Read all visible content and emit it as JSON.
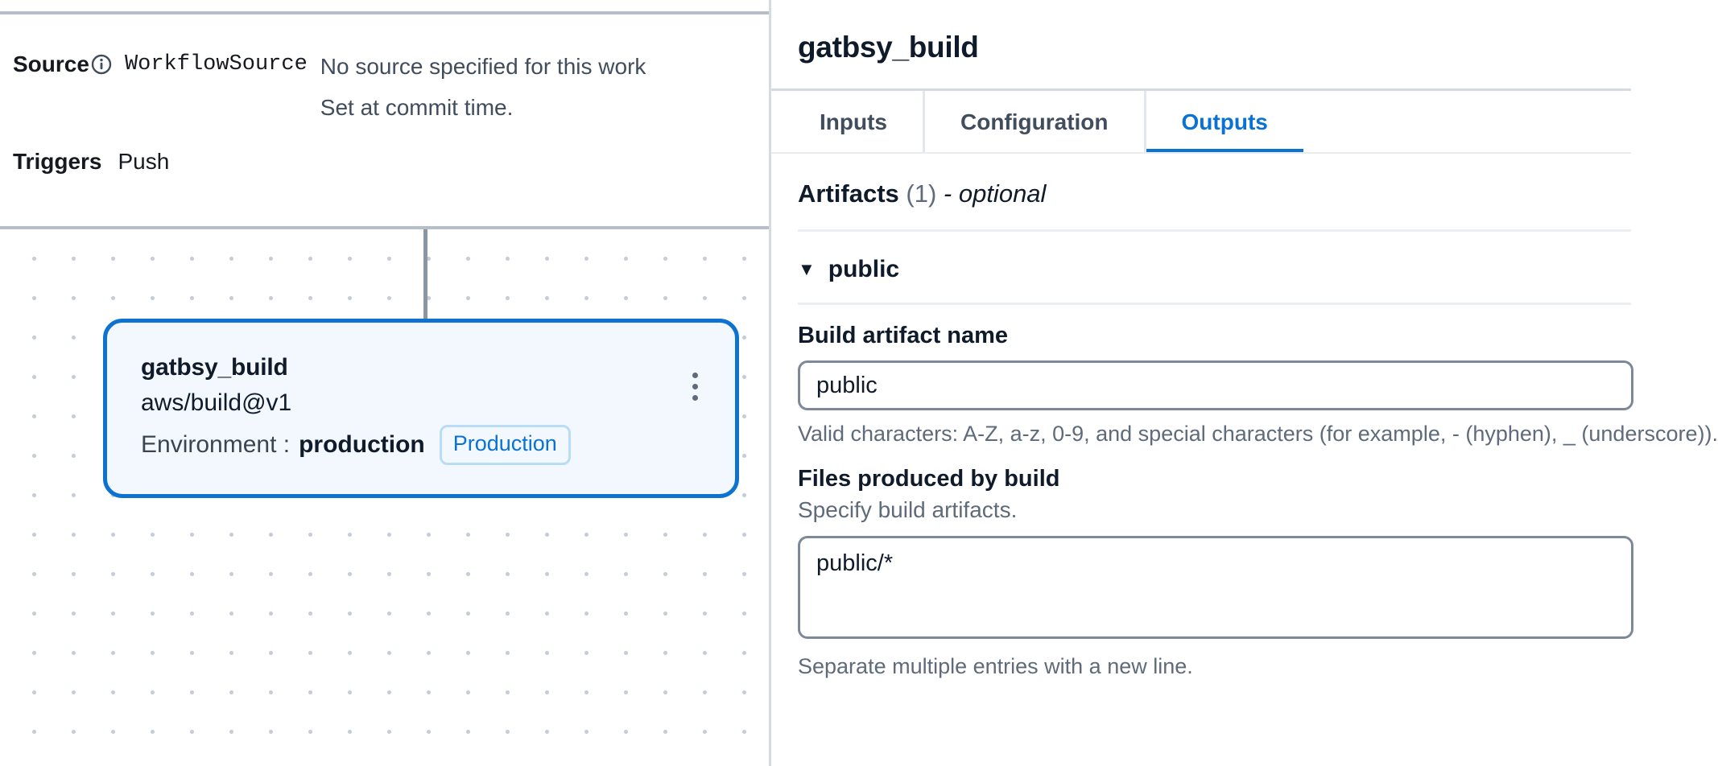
{
  "editor": {
    "source": {
      "label": "Source",
      "info_icon": "info-circle-icon",
      "name": "WorkflowSource",
      "description_line1": "No source specified for this work",
      "description_line2": "Set at commit time."
    },
    "triggers": {
      "label": "Triggers",
      "value": "Push"
    },
    "node": {
      "title": "gatbsy_build",
      "action": "aws/build@v1",
      "env_label": "Environment :",
      "env_value": "production",
      "env_badge": "Production",
      "menu_icon": "kebab-menu-icon"
    }
  },
  "panel": {
    "title": "gatbsy_build",
    "tabs": [
      {
        "label": "Inputs",
        "active": false
      },
      {
        "label": "Configuration",
        "active": false
      },
      {
        "label": "Outputs",
        "active": true
      }
    ],
    "artifacts": {
      "heading": "Artifacts",
      "count": "(1)",
      "optional": "- optional",
      "items": [
        {
          "caret_icon": "caret-down-icon",
          "name": "public",
          "fields": [
            {
              "label": "Build artifact name",
              "description": "",
              "value": "public",
              "placeholder": "",
              "help": "Valid characters: A-Z, a-z, 0-9, and special characters (for example, - (hyphen), _ (underscore))."
            },
            {
              "label": "Files produced by build",
              "description": "Specify build artifacts.",
              "value": "public/*",
              "placeholder": "",
              "help": "Separate multiple entries with a new line."
            }
          ]
        }
      ]
    }
  },
  "colors": {
    "accent": "#0972d3",
    "node_border": "#0d72d0",
    "node_fill": "#f2f8fd",
    "text_primary": "#0f1b2a",
    "text_secondary": "#5f6b7a",
    "divider": "#d5dbe2"
  }
}
